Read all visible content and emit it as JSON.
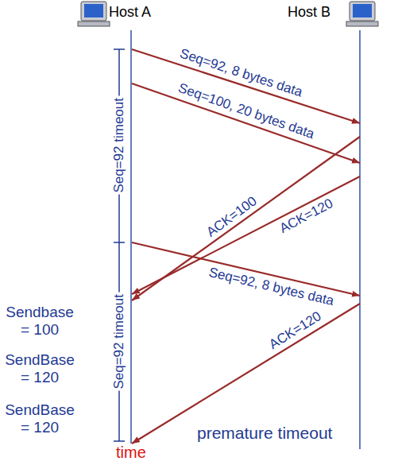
{
  "diagram": {
    "caption": "premature timeout",
    "labels": [
      "Host A",
      "Host B",
      "Seq=92, 8 bytes data",
      "Seq=100, 20 bytes data",
      "Seq=92 timeout",
      "ACK=100",
      "ACK=120",
      "Sendbase = 100",
      "Seq=92, 8 bytes data",
      "SendBase = 120",
      "Seq=92 timeout",
      "ACK=120",
      "SendBase = 120",
      "time"
    ]
  }
}
